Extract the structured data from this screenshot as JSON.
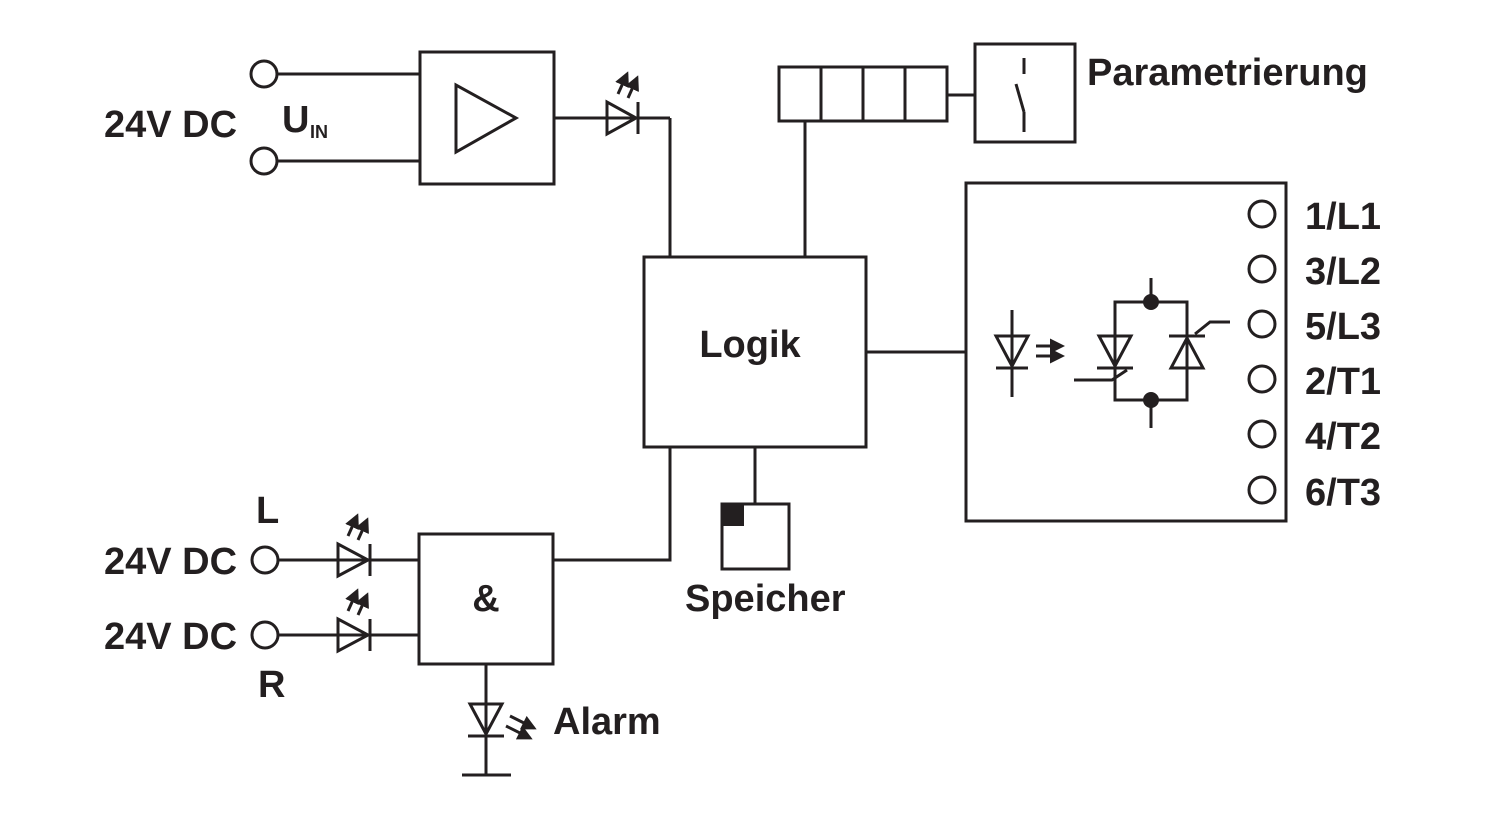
{
  "input_power": {
    "label": "24V DC",
    "symbol": "U",
    "subscript": "IN"
  },
  "logic": {
    "label": "Logik"
  },
  "parameter": {
    "label": "Parametrierung"
  },
  "memory": {
    "label": "Speicher"
  },
  "and_gate": {
    "label": "&"
  },
  "inputs": [
    {
      "label": "24V DC",
      "side": "L"
    },
    {
      "label": "24V DC",
      "side": "R"
    }
  ],
  "alarm": {
    "label": "Alarm"
  },
  "terminals": [
    "1/L1",
    "3/L2",
    "5/L3",
    "2/T1",
    "4/T2",
    "6/T3"
  ],
  "colors": {
    "ink": "#231f20",
    "background": "#ffffff"
  }
}
